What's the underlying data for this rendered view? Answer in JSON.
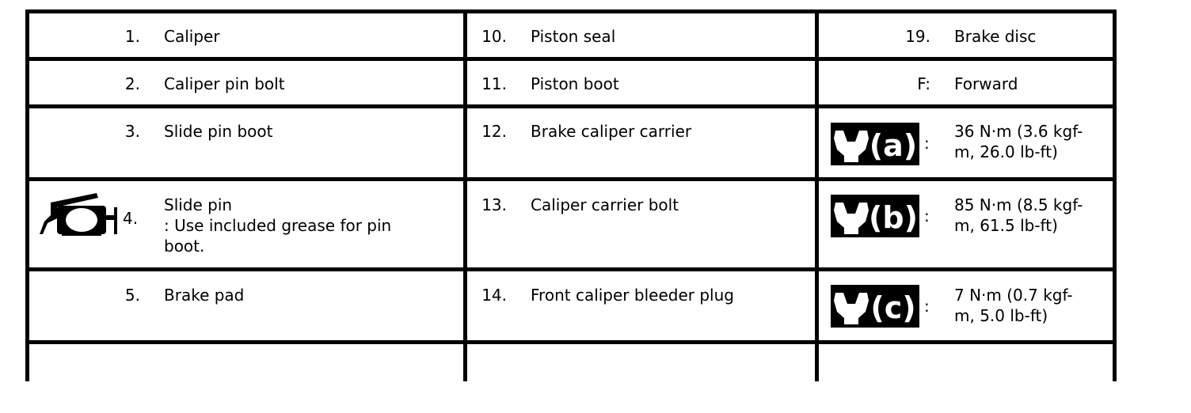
{
  "rows": [
    {
      "col1": {
        "num": "1.",
        "text": "Caliper"
      },
      "col2": {
        "num": "10.",
        "text": "Piston seal"
      },
      "col3": {
        "num": "19.",
        "text": "Brake disc"
      }
    },
    {
      "col1": {
        "num": "2.",
        "text": "Caliper pin bolt"
      },
      "col2": {
        "num": "11.",
        "text": "Piston boot"
      },
      "col3": {
        "num": "F:",
        "text": "Forward"
      }
    },
    {
      "col1": {
        "num": "3.",
        "text": "Slide pin boot"
      },
      "col2": {
        "num": "12.",
        "text": "Brake caliper carrier"
      },
      "col3": {
        "icon": "torque-wrench-icon",
        "letter": "(a)",
        "colon": ":",
        "line1": "36 N·m (3.6 kgf-",
        "line2": "m, 26.0 lb-ft)"
      }
    },
    {
      "col1": {
        "icon": "grease-gun-icon",
        "num": "4.",
        "line1": "Slide pin",
        "line2": ": Use included grease for pin",
        "line3": "boot."
      },
      "col2": {
        "num": "13.",
        "text": "Caliper carrier bolt"
      },
      "col3": {
        "icon": "torque-wrench-icon",
        "letter": "(b)",
        "colon": ":",
        "line1": "85 N·m (8.5 kgf-",
        "line2": "m, 61.5 lb-ft)"
      }
    },
    {
      "col1": {
        "num": "5.",
        "text": "Brake pad"
      },
      "col2": {
        "num": "14.",
        "text": "Front caliper bleeder plug"
      },
      "col3": {
        "icon": "torque-wrench-icon",
        "letter": "(c)",
        "colon": ":",
        "line1": "7 N·m (0.7 kgf-",
        "line2": "m, 5.0 lb-ft)"
      }
    }
  ]
}
